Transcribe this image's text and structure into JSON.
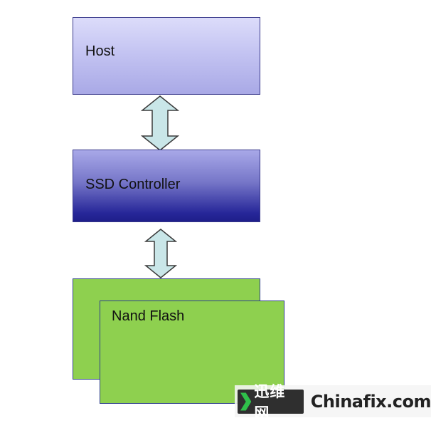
{
  "diagram": {
    "host_label": "Host",
    "controller_label": "SSD Controller",
    "flash_label": "Nand Flash",
    "colors": {
      "host_fill": "#c4c4f2",
      "controller_fill": "#272799",
      "flash_fill": "#8ed04f",
      "arrow_fill": "#c9e6e8",
      "border": "#3a3a8c"
    }
  },
  "watermark": {
    "chinese_text": "迅维网",
    "domain_text": "Chinafix.com",
    "icon": "chevron-right-icon"
  }
}
